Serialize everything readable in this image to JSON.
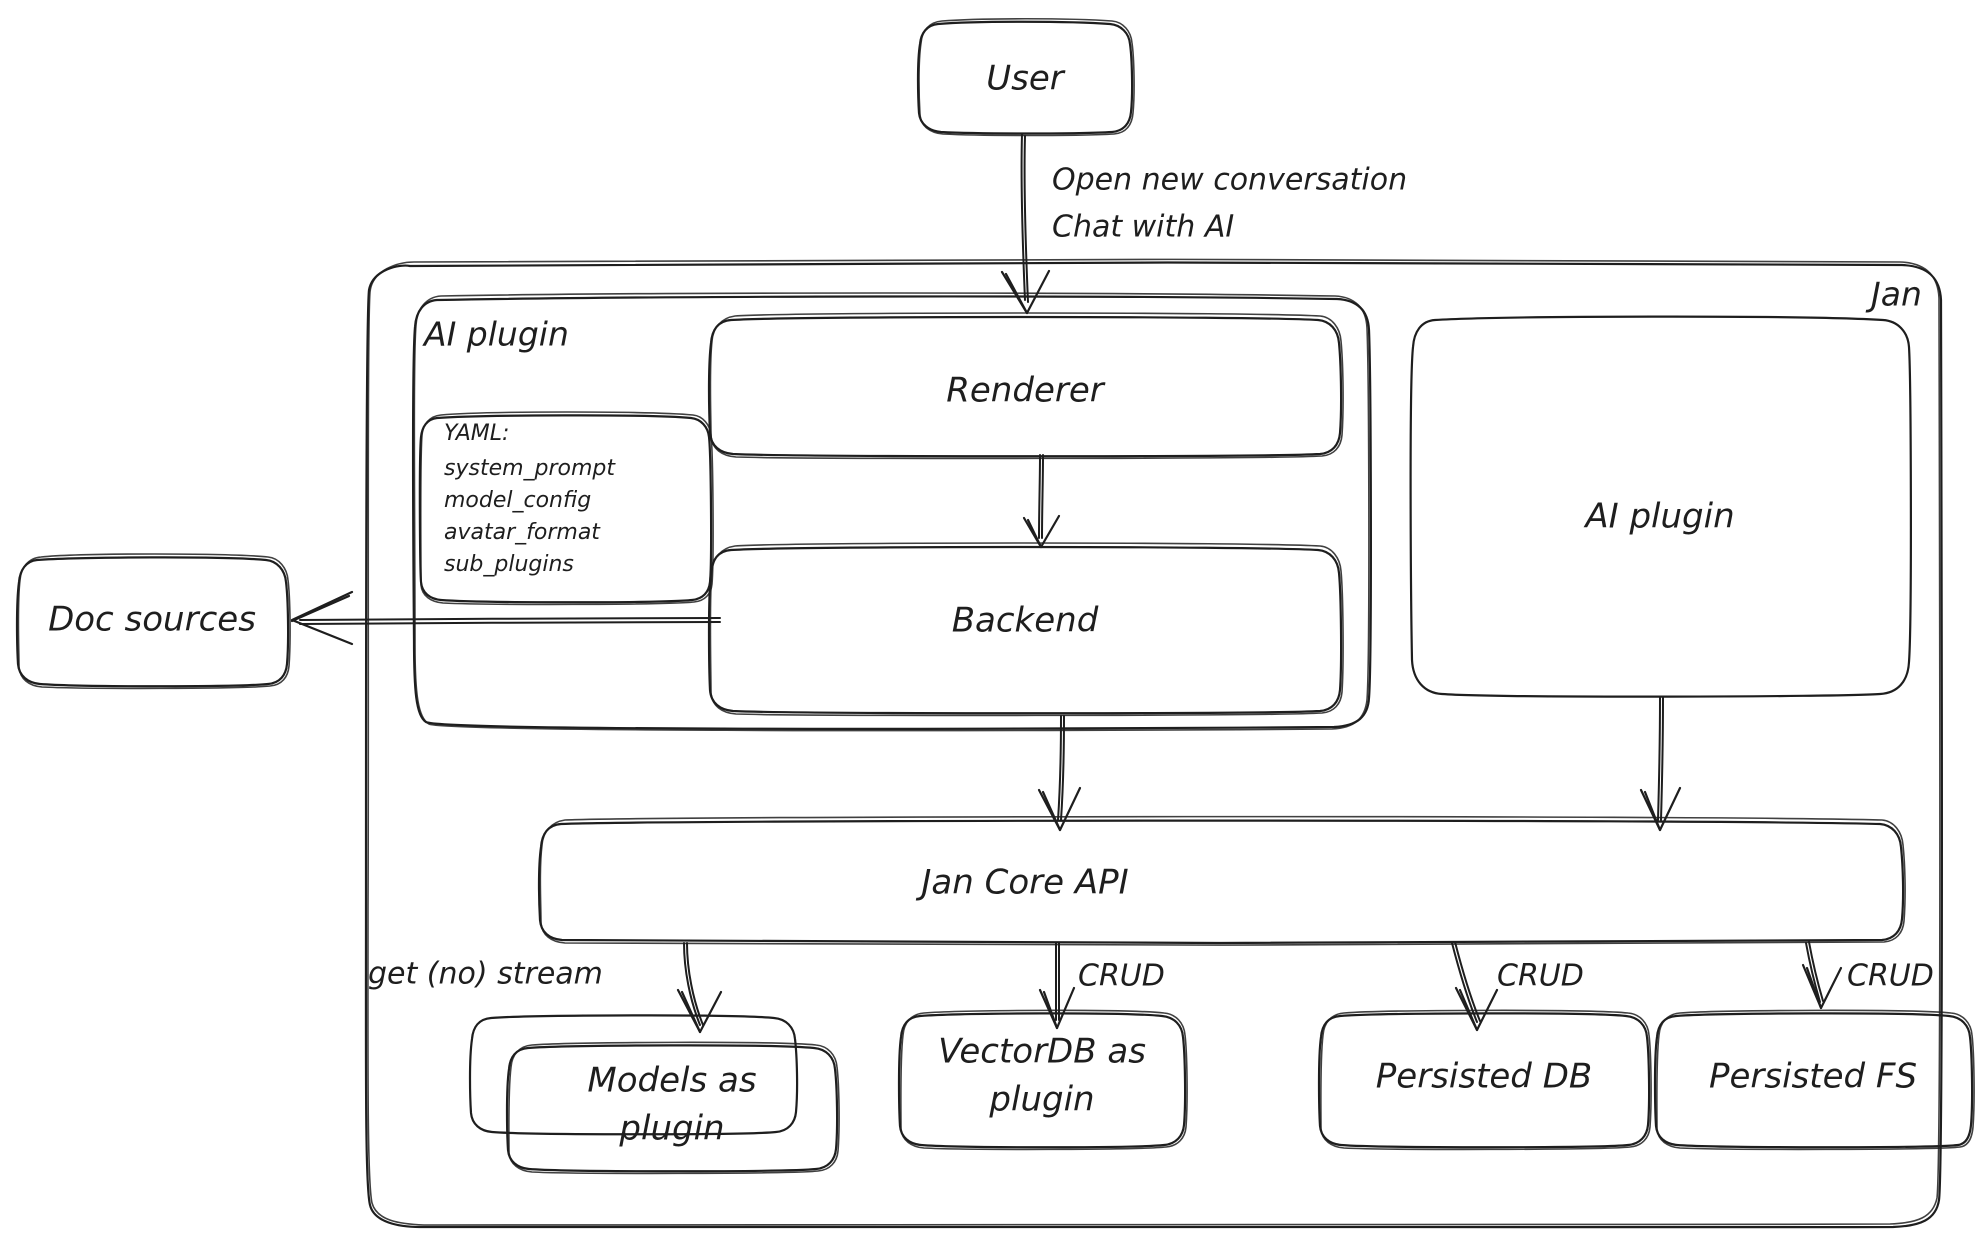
{
  "meta": {
    "title": "Jan architecture diagram",
    "style": "hand-drawn whiteboard sketch",
    "background_color": "#ffffff",
    "stroke_color": "#1e1e1e"
  },
  "nodes": {
    "user": {
      "label": "User"
    },
    "jan_container": {
      "label": "Jan"
    },
    "ai_plugin_group": {
      "label": "AI plugin"
    },
    "yaml_note": {
      "line1": "YAML:",
      "line2": "system_prompt",
      "line3": "model_config",
      "line4": "avatar_format",
      "line5": "sub_plugins"
    },
    "renderer": {
      "label": "Renderer"
    },
    "backend": {
      "label": "Backend"
    },
    "ai_plugin_box": {
      "label": "AI plugin"
    },
    "doc_sources": {
      "label": "Doc sources"
    },
    "jan_core_api": {
      "label": "Jan Core API"
    },
    "models_plugin": {
      "line1": "Models as",
      "line2": "plugin"
    },
    "vectordb_plugin": {
      "line1": "VectorDB as",
      "line2": "plugin"
    },
    "persisted_db": {
      "label": "Persisted DB"
    },
    "persisted_fs": {
      "label": "Persisted FS"
    }
  },
  "edges": {
    "user_to_renderer": {
      "line1": "Open new conversation",
      "line2": "Chat with AI"
    },
    "backend_to_doc_sources": {
      "label": ""
    },
    "renderer_to_backend": {
      "label": ""
    },
    "backend_to_core": {
      "label": ""
    },
    "ai_plugin_to_core": {
      "label": ""
    },
    "core_to_models": {
      "label": "get (no) stream"
    },
    "core_to_vectordb": {
      "label": "CRUD"
    },
    "core_to_persisted_db": {
      "label": "CRUD"
    },
    "core_to_persisted_fs": {
      "label": "CRUD"
    }
  }
}
